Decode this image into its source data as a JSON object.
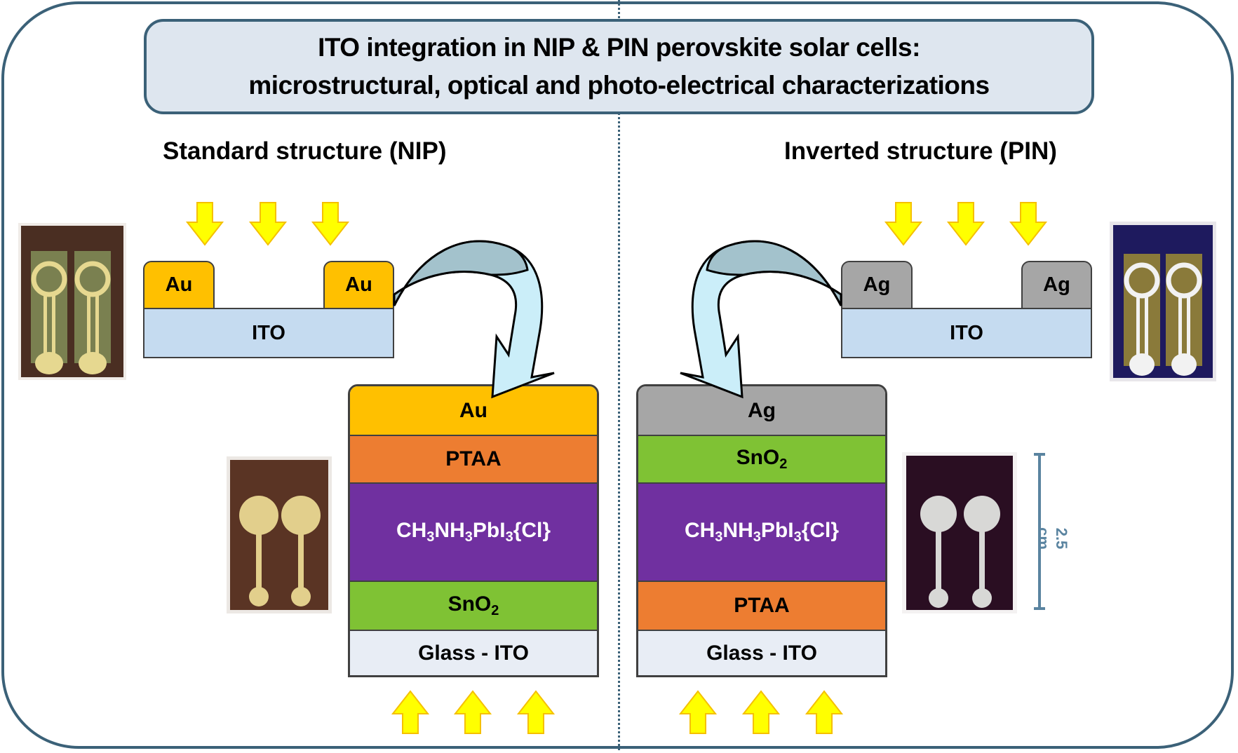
{
  "title": {
    "line1": "ITO integration in NIP & PIN perovskite solar cells:",
    "line2": "microstructural, optical and photo-electrical characterizations"
  },
  "nip": {
    "heading": "Standard structure (NIP)",
    "top_device": {
      "contact_left": "Au",
      "contact_right": "Au",
      "substrate": "ITO"
    },
    "stack": [
      {
        "label": "Au",
        "color": "#ffc000"
      },
      {
        "label": "PTAA",
        "color": "#ed7d31"
      },
      {
        "label_parts": [
          "CH",
          "3",
          "NH",
          "3",
          "PbI",
          "3",
          "{Cl}"
        ],
        "color": "#7030a0"
      },
      {
        "label_parts": [
          "SnO",
          "2"
        ],
        "color": "#7fc234"
      },
      {
        "label": "Glass - ITO",
        "color": "#e8edf5"
      }
    ],
    "contact_color": "#ffc000"
  },
  "pin": {
    "heading": "Inverted structure (PIN)",
    "top_device": {
      "contact_left": "Ag",
      "contact_right": "Ag",
      "substrate": "ITO"
    },
    "stack": [
      {
        "label": "Ag",
        "color": "#a6a6a6"
      },
      {
        "label_parts": [
          "SnO",
          "2"
        ],
        "color": "#7fc234"
      },
      {
        "label_parts": [
          "CH",
          "3",
          "NH",
          "3",
          "PbI",
          "3",
          "{Cl}"
        ],
        "color": "#7030a0"
      },
      {
        "label": "PTAA",
        "color": "#ed7d31"
      },
      {
        "label": "Glass - ITO",
        "color": "#e8edf5"
      }
    ],
    "contact_color": "#a6a6a6"
  },
  "scale_bar": {
    "label": "2.5 cm"
  },
  "colors": {
    "frame": "#3b6178",
    "ito": "#c5dbf0",
    "light_arrow": "#ffff00",
    "light_arrow_outline": "#f5c000",
    "curved_arrow_dark": "#a3c2cc",
    "curved_arrow_light": "#cbeef9"
  }
}
